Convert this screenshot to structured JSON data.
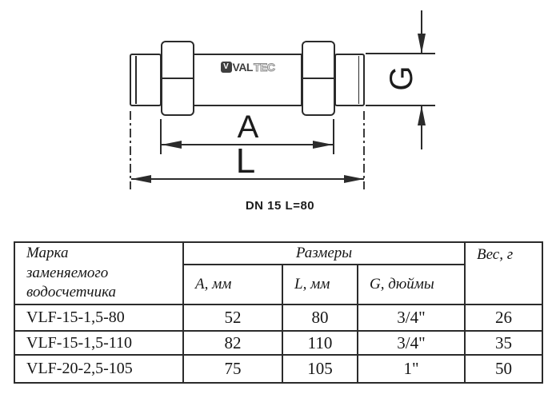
{
  "colors": {
    "line": "#2b2b2b",
    "text": "#1c1c1c",
    "logo_dark": "#3f3f3f",
    "logo_outline": "#8f8f8f",
    "background": "#ffffff"
  },
  "drawing": {
    "logo": {
      "mark": "V",
      "solid": "VAL",
      "outline": "TEC"
    },
    "labels": {
      "a": "A",
      "l": "L",
      "g": "G"
    },
    "caption": "DN 15 L=80"
  },
  "table": {
    "header": {
      "brand_lines": [
        "Марка",
        "заменяемого",
        "водосчетчика"
      ],
      "sizes": "Размеры",
      "sub_a": "А, мм",
      "sub_l": "L, мм",
      "sub_g": "G, дюймы",
      "weight": "Вес, г"
    },
    "rows": [
      {
        "brand": "VLF-15-1,5-80",
        "a": "52",
        "l": "80",
        "g": "3/4\"",
        "weight": "26"
      },
      {
        "brand": "VLF-15-1,5-110",
        "a": "82",
        "l": "110",
        "g": "3/4\"",
        "weight": "35"
      },
      {
        "brand": "VLF-20-2,5-105",
        "a": "75",
        "l": "105",
        "g": "1\"",
        "weight": "50"
      }
    ]
  }
}
